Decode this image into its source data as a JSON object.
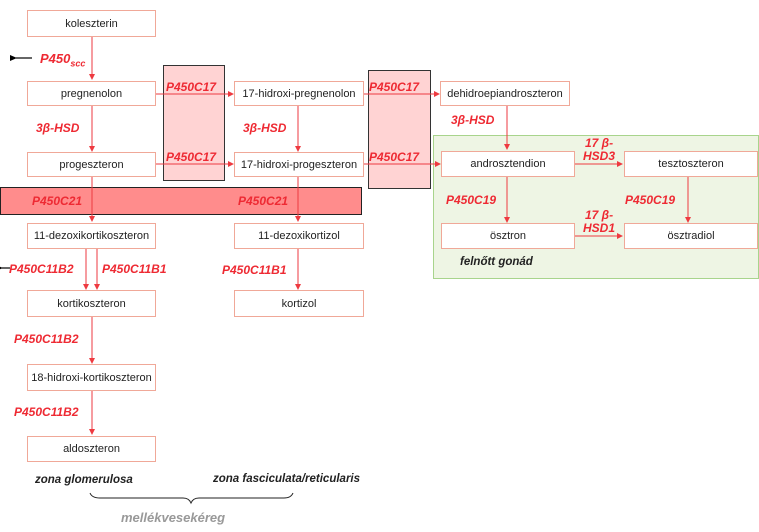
{
  "diagram": {
    "compounds": {
      "koleszterin": "koleszterin",
      "pregnenolon": "pregnenolon",
      "progeszteron": "progeszteron",
      "dezoxikortikoszteron": "11-dezoxikortikoszteron",
      "kortikoszteron": "kortikoszteron",
      "hidroxikortikoszteron": "18-hidroxi-kortikoszteron",
      "aldoszteron": "aldoszteron",
      "hidroxipregnenolon": "17-hidroxi-pregnenolon",
      "hidroxiprogeszteron": "17-hidroxi-progeszteron",
      "dezoxikortizol": "11-dezoxikortizol",
      "kortizol": "kortizol",
      "dhea": "dehidroepiandroszteron",
      "androsztendion": "androsztendion",
      "tesztoszteron": "tesztoszteron",
      "osztron": "ösztron",
      "osztradiol": "ösztradiol"
    },
    "enzymes": {
      "p450scc_main": "P450",
      "p450scc_sub": "scc",
      "hsd_preg_prog": "3β-HSD",
      "hsd_17preg_17prog": "3β-HSD",
      "hsd_dhea_andro": "3β-HSD",
      "c17_preg": "P450C17",
      "c17_prog": "P450C17",
      "c17_17preg": "P450C17",
      "c17_17prog": "P450C17",
      "c21_left": "P450C21",
      "c21_right": "P450C21",
      "c11b2_a": "P450C11B2",
      "c11b1_a": "P450C11B1",
      "c11b1_b": "P450C11B1",
      "c11b2_b": "P450C11B2",
      "c11b2_c": "P450C11B2",
      "c19_a": "P450C19",
      "c19_b": "P450C19",
      "hsd3_l1": "17 β-",
      "hsd3_l2": "HSD3",
      "hsd1_l1": "17 β-",
      "hsd1_l2": "HSD1"
    },
    "labels": {
      "gonad": "felnőtt gonád",
      "zona_glom": "zona glomerulosa",
      "zona_fasc": "zona fasciculata/reticularis",
      "cortex": "mellékvesekéreg"
    },
    "colors": {
      "enzyme": "#ee2a33",
      "arrow": "#ee3a40",
      "box_border": "#f0a898",
      "c17_fill": "#ffd3d3",
      "c21_fill": "#ff8c8c",
      "gonad_fill": "#eef5e4",
      "gonad_border": "#a8d48c"
    }
  }
}
